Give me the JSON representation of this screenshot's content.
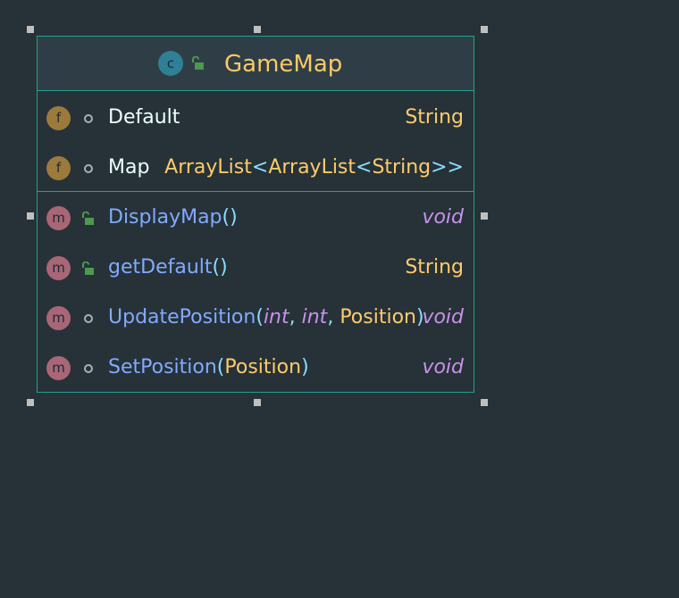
{
  "diagram": {
    "class_name": "GameMap",
    "class_badge": "c",
    "fields": [
      {
        "badge": "f",
        "name": "Default",
        "type": "String",
        "visibility": "package"
      },
      {
        "badge": "f",
        "name": "Map",
        "type_outer": "ArrayList",
        "type_inner": "ArrayList",
        "type_leaf": "String",
        "open": "<",
        "close": ">>",
        "visibility": "package"
      }
    ],
    "methods": [
      {
        "badge": "m",
        "name": "DisplayMap",
        "open": "(",
        "close": ")",
        "return_type": "void",
        "visibility": "public"
      },
      {
        "badge": "m",
        "name": "getDefault",
        "open": "(",
        "close": ")",
        "return_type": "String",
        "visibility": "public"
      },
      {
        "badge": "m",
        "name": "UpdatePosition",
        "open": "(",
        "p1": "int",
        "sep1": ",",
        "p2": "int",
        "sep2": ",",
        "p3": "Position",
        "close": ")",
        "return_type": "void",
        "visibility": "package"
      },
      {
        "badge": "m",
        "name": "SetPosition",
        "open": "(",
        "p1": "Position",
        "close": ")",
        "return_type": "void",
        "visibility": "package"
      }
    ],
    "icons": {
      "class": "class-icon",
      "field": "field-icon",
      "method": "method-icon",
      "public": "unlocked-padlock-icon",
      "package": "package-visibility-dot-icon"
    },
    "colors": {
      "background": "#263238",
      "border": "#23a08e",
      "class_name": "#f9c969",
      "method_name": "#82aaff",
      "field_name": "#eeffff",
      "class_type": "#ffcb6b",
      "primitive_type": "#c792ea",
      "punctuation": "#89ddff"
    }
  }
}
